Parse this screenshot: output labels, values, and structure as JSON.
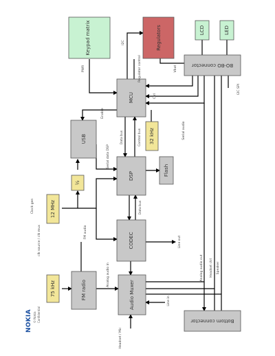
{
  "colors": {
    "gray_block": "#c8c8c8",
    "yellow_block": "#f2e699",
    "green_block": "#c8f2d2",
    "red_block": "#cc6666",
    "line": "#000000",
    "logo_blue": "#1a4fa0"
  },
  "logo": {
    "brand": "NOKIA",
    "copyright_lines": [
      "© Nokia",
      "Confidential"
    ]
  },
  "blocks": {
    "keypad": "Keypad matrix",
    "regulators": "Regulators",
    "lcd": "LCD",
    "led": "LED",
    "bo_connector": "BO-BO connector",
    "mcu": "MCU",
    "usb": "USB",
    "clk32": "32 kHz",
    "dsp": "DSP",
    "flash": "Flash",
    "clk12": "12 MHz",
    "half": "½",
    "fm_radio": "FM radio",
    "codec": "CODEC",
    "clk75": "75 kHz",
    "audio_muxer": "Audio Muxer",
    "bottom_connector": "Bottom connector"
  },
  "labels": {
    "pwr": "PWR",
    "i2c": "I2C",
    "reg_control": "Regulator control",
    "vbat": "Vbat",
    "ctrl": "Ctrl",
    "i2c_spi": "I2C SPI",
    "data_bus": "Data bus",
    "control_bus": "Control bus",
    "enable": "Enable",
    "serial_dsp_bus": "Serial data DSP",
    "serial_audio": "Serial audio",
    "data_bus_2": "Data bus",
    "clock_gen": "Clock gen",
    "line_out": "Line out",
    "line_in": "Line in",
    "headset": "Headset / Mic",
    "fm_audio": "FM audio",
    "clk_note": "clk source / clk mux",
    "analog_out": "Analog audio out",
    "analog_in": "Analog audio in",
    "headset_ctrl": "Headset ctrl",
    "spk": "Speaker"
  }
}
